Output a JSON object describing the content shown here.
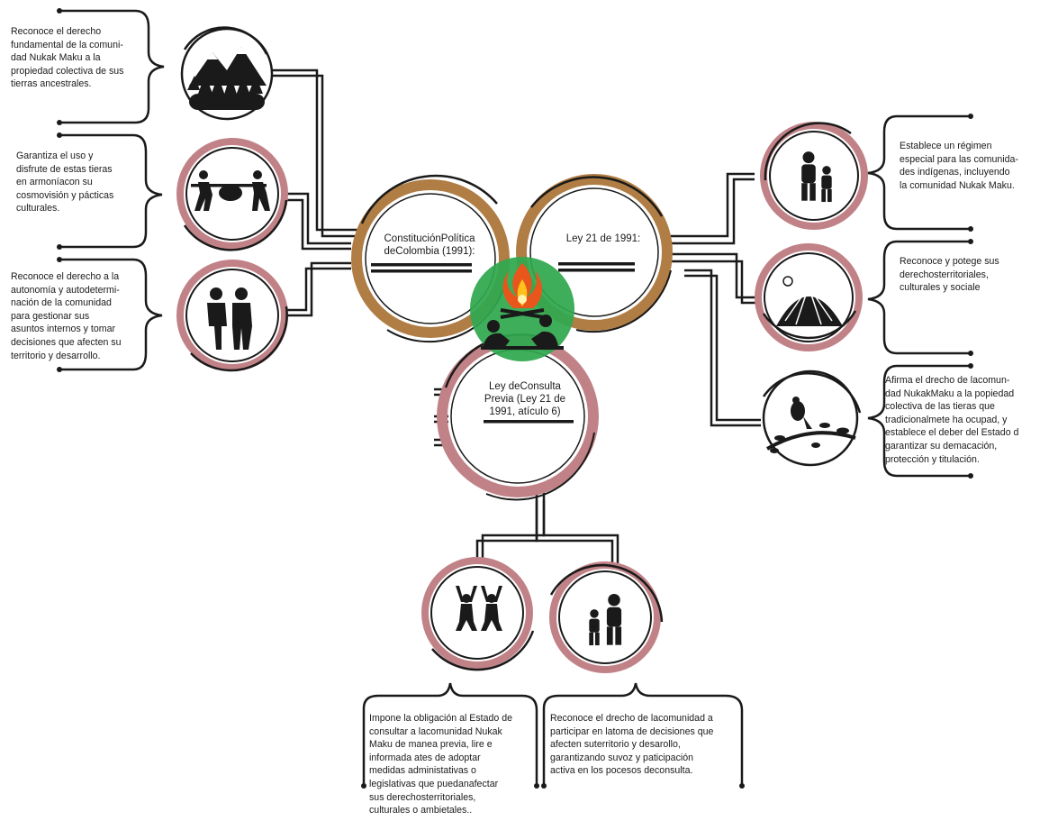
{
  "center": {
    "constitucion_label": "ConstituciónPolítica\ndeColombia (1991):",
    "ley21_label": "Ley 21 de 1991:",
    "consulta_label": "Ley deConsulta\nPrevia (Ley 21 de\n1991, atículo 6)"
  },
  "left_items": [
    {
      "icon": "mountains-forest-icon",
      "text": "Reconoce el derecho\nfundamental de la comuni-\ndad Nukak Maku a la\npropiedad colectiva de sus\ntierras ancestrales."
    },
    {
      "icon": "hunters-carrying-icon",
      "text": "Garantiza el uso y\ndisfrute de estas tieras\nen armoníacon su\ncosmovisión y pácticas\nculturales."
    },
    {
      "icon": "two-people-talking-icon",
      "text": "Reconoce el derecho a la\nautonomía y autodetermi-\nnación de la comunidad\npara gestionar sus\nasuntos internos y tomar\ndecisiones que afecten su\nterritorio y desarrollo."
    }
  ],
  "right_items": [
    {
      "icon": "adult-child-icon",
      "text": "Establece un régimen\nespecial para las comunida-\ndes indígenas, incluyendo\nla comunidad Nukak Maku."
    },
    {
      "icon": "hut-icon",
      "text": "Reconoce y potege sus\nderechosterritoriales,\nculturales y sociale"
    },
    {
      "icon": "bird-branch-icon",
      "text": "Afirma el drecho de lacomun-\ndad NukakMaku a la popiedad\ncolectiva de las tieras que\ntradicionalmete ha ocupad, y\nestablece el deber del Estado d\ngarantizar su demacación,\nprotección y titulación."
    }
  ],
  "bottom_items": [
    {
      "icon": "dancers-icon",
      "text": "Impone la obligación al Estado de\nconsultar a lacomunidad Nukak\nMaku de manea previa, lire e\ninformada ates de adoptar\nmedidas administativas o\nlegislativas que puedanafectar\nsus derechosterritoriales,\nculturales o ambietales.."
    },
    {
      "icon": "parent-child-icon",
      "text": "Reconoce el drecho de lacomunidad a\nparticipar en latoma de decisiones que\nafecten suterritorio y desarollo,\ngarantizando suvoz y paticipación\nactiva en los pocesos deconsulta."
    }
  ],
  "hub_icon": "campfire-people-icon",
  "colors": {
    "brown_ring": "#b07d45",
    "pink_ring": "#c18287",
    "green_hub": "#2fa84f",
    "ink": "#1a1a1a"
  }
}
